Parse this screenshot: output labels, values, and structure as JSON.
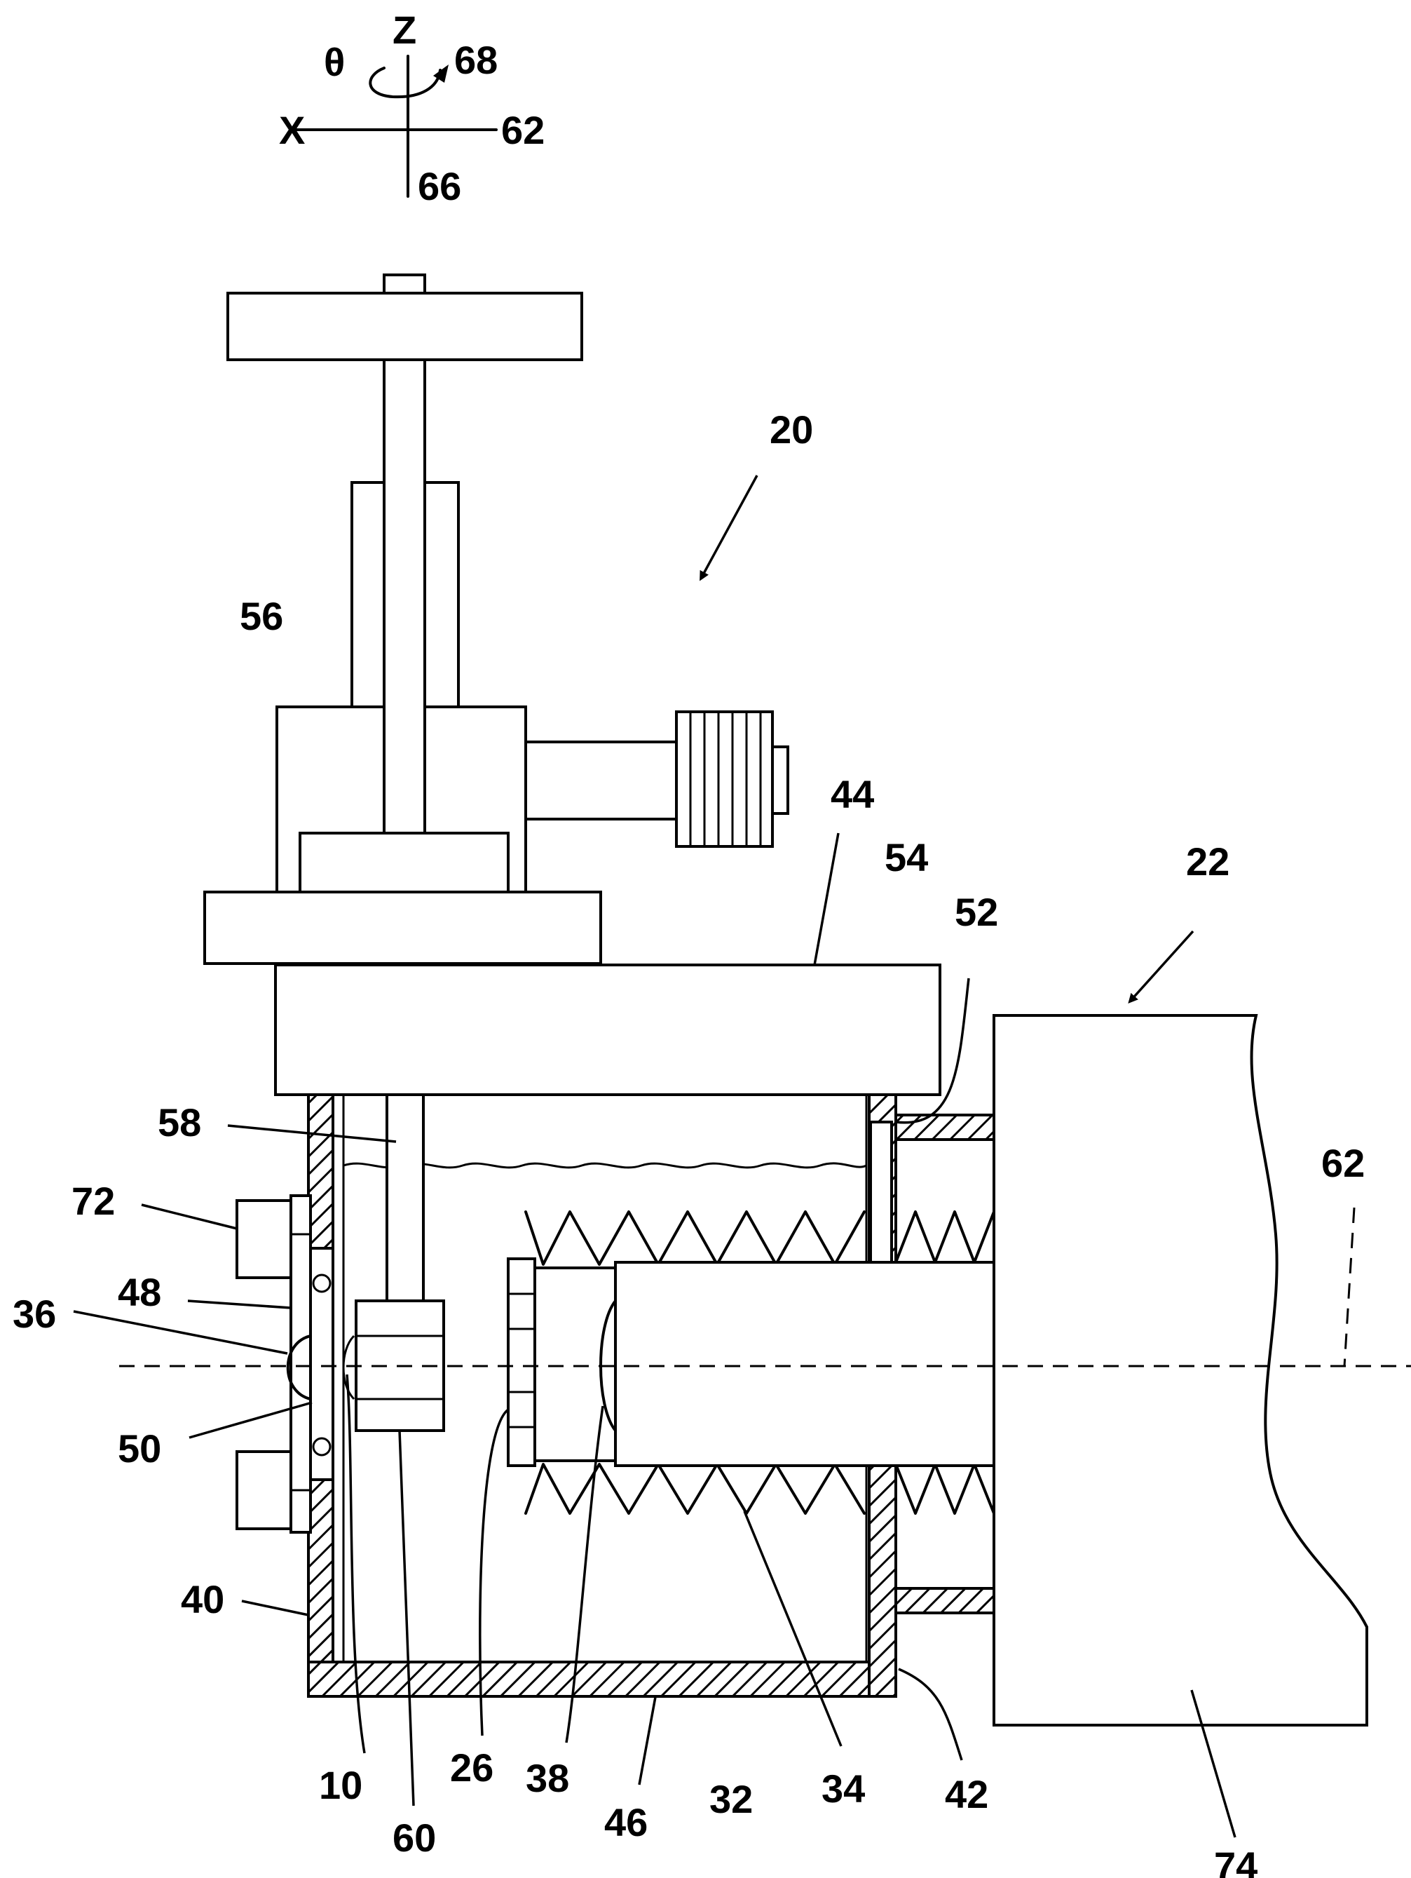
{
  "axes": {
    "z": "Z",
    "theta": "θ",
    "x": "X",
    "rot_ref": "68",
    "x_ref": "62",
    "y_ref": "66"
  },
  "labels": {
    "n20": "20",
    "n22": "22",
    "n56": "56",
    "n44": "44",
    "n54": "54",
    "n52": "52",
    "n58": "58",
    "n62": "62",
    "n72": "72",
    "n48": "48",
    "n36": "36",
    "n50": "50",
    "n40": "40",
    "n10": "10",
    "n60": "60",
    "n26": "26",
    "n38": "38",
    "n46": "46",
    "n32": "32",
    "n34": "34",
    "n42": "42",
    "n74": "74"
  }
}
